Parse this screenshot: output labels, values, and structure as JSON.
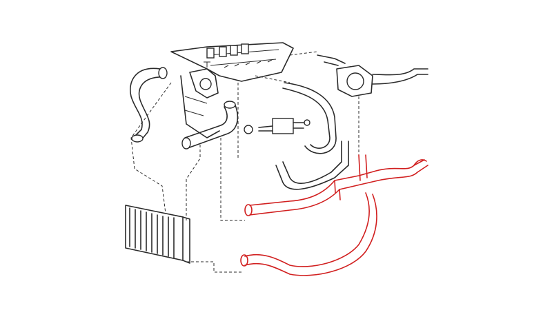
{
  "diagram": {
    "highlight_color": "#d11f1f",
    "line_color": "#2a2a2a",
    "background": "#ffffff",
    "parts": [
      {
        "name": "engine-block"
      },
      {
        "name": "thermostat-housing"
      },
      {
        "name": "upper-radiator-hose"
      },
      {
        "name": "lower-radiator-hose"
      },
      {
        "name": "bypass-hose"
      },
      {
        "name": "heater-valve"
      },
      {
        "name": "throttle-body"
      },
      {
        "name": "heater-pipe"
      },
      {
        "name": "radiator"
      },
      {
        "name": "highlighted-heater-hose-assembly"
      }
    ]
  }
}
